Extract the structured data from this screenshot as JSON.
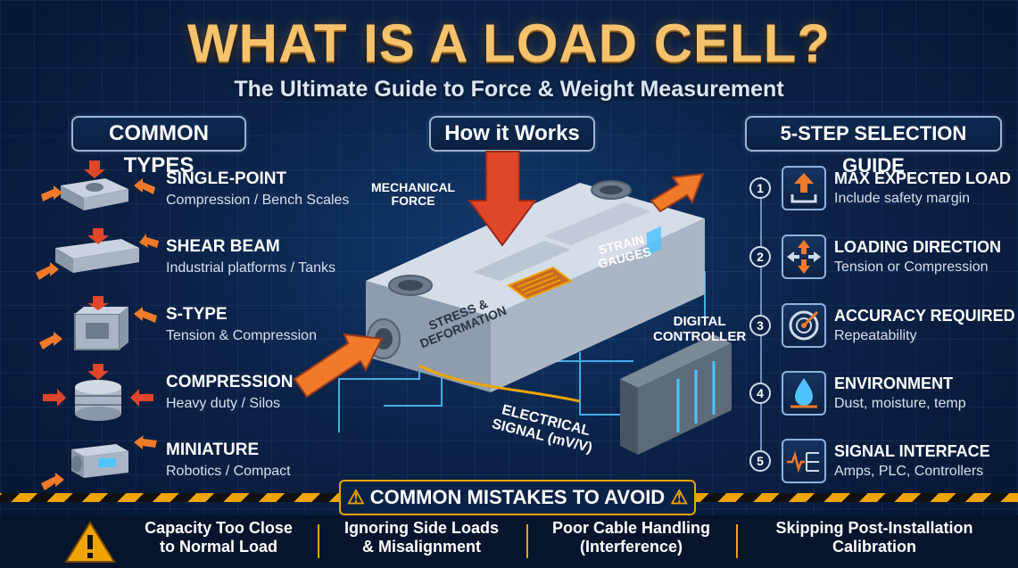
{
  "header": {
    "title": "WHAT IS A LOAD CELL?",
    "subtitle": "The Ultimate Guide to Force & Weight Measurement"
  },
  "sections": {
    "types": "COMMON TYPES",
    "works": "How it Works",
    "guide": "5-STEP SELECTION GUIDE"
  },
  "types": [
    {
      "name": "SINGLE-POINT",
      "desc": "Compression / Bench Scales",
      "icon": "single-point-load-cell-icon"
    },
    {
      "name": "SHEAR BEAM",
      "desc": "Industrial platforms / Tanks",
      "icon": "shear-beam-load-cell-icon"
    },
    {
      "name": "S-TYPE",
      "desc": "Tension & Compression",
      "icon": "s-type-load-cell-icon"
    },
    {
      "name": "COMPRESSION",
      "desc": "Heavy duty / Silos",
      "icon": "compression-load-cell-icon"
    },
    {
      "name": "MINIATURE",
      "desc": "Robotics / Compact",
      "icon": "miniature-load-cell-icon"
    }
  ],
  "diagram": {
    "mechanical_force": "MECHANICAL\nFORCE",
    "strain_gauges": "STRAIN\nGAUGES",
    "stress": "STRESS &\nDEFORMATION",
    "controller": "DIGITAL\nCONTROLLER",
    "signal": "ELECTRICAL\nSIGNAL (mV/V)"
  },
  "steps": [
    {
      "num": "1",
      "title": "MAX EXPECTED LOAD",
      "desc": "Include safety margin",
      "icon": "max-load-icon"
    },
    {
      "num": "2",
      "title": "LOADING DIRECTION",
      "desc": "Tension or Compression",
      "icon": "loading-direction-icon"
    },
    {
      "num": "3",
      "title": "ACCURACY REQUIRED",
      "desc": "Repeatability",
      "icon": "accuracy-target-icon"
    },
    {
      "num": "4",
      "title": "ENVIRONMENT",
      "desc": "Dust, moisture, temp",
      "icon": "water-drop-icon"
    },
    {
      "num": "5",
      "title": "SIGNAL INTERFACE",
      "desc": "Amps, PLC, Controllers",
      "icon": "signal-interface-icon"
    }
  ],
  "mistakes": {
    "header": "COMMON MISTAKES TO AVOID",
    "items": [
      "Capacity Too Close\nto Normal Load",
      "Ignoring Side Loads\n& Misalignment",
      "Poor Cable Handling\n(Interference)",
      "Skipping Post-Installation\nCalibration"
    ]
  },
  "colors": {
    "title_gold": "#f6c26b",
    "arrow_red": "#e0462a",
    "arrow_orange": "#f07a2a",
    "signal_cyan": "#4fc3ff",
    "hazard_yellow": "#f0a400",
    "background": "#0b2247"
  }
}
